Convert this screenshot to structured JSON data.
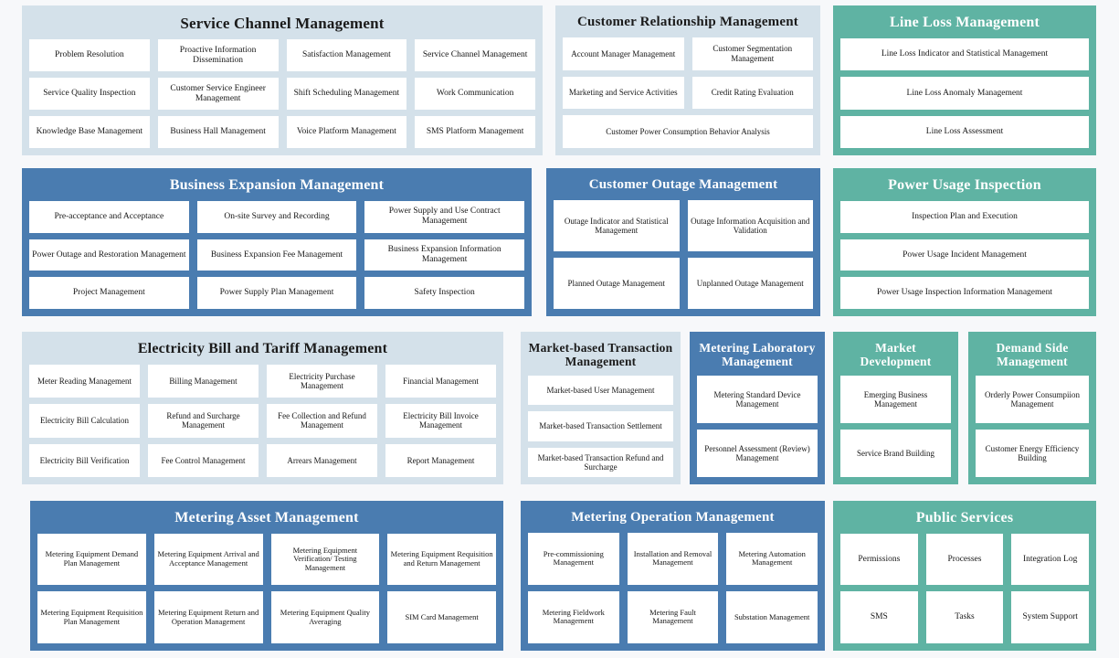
{
  "theme": {
    "light_blue": "#d4e1ea",
    "blue": "#4a7cb0",
    "teal": "#5fb3a3",
    "cell_bg": "#ffffff",
    "page_bg": "#f7f8fa"
  },
  "panels": {
    "service_channel": {
      "title": "Service Channel Management",
      "items": [
        "Problem Resolution",
        "Proactive Information Dissemination",
        "Satisfaction Management",
        "Service Channel Management",
        "Service Quality Inspection",
        "Customer Service Engineer Management",
        "Shift Scheduling Management",
        "Work Communication",
        "Knowledge Base Management",
        "Business Hall Management",
        "Voice Platform Management",
        "SMS Platform Management"
      ]
    },
    "crm": {
      "title": "Customer Relationship Management",
      "items": [
        "Account Manager Management",
        "Customer Segmentation Management",
        "Marketing and Service Activities",
        "Credit Rating Evaluation",
        "Customer Power Consumption Behavior Analysis"
      ]
    },
    "line_loss": {
      "title": "Line Loss Management",
      "items": [
        "Line Loss Indicator and Statistical Management",
        "Line Loss Anomaly Management",
        "Line Loss Assessment"
      ]
    },
    "business_expansion": {
      "title": "Business Expansion Management",
      "items": [
        "Pre-acceptance and Acceptance",
        "On-site Survey and Recording",
        "Power Supply and Use Contract Management",
        "Power Outage and Restoration Management",
        "Business Expansion Fee Management",
        "Business Expansion Information Management",
        "Project Management",
        "Power Supply Plan Management",
        "Safety Inspection"
      ]
    },
    "customer_outage": {
      "title": "Customer Outage Management",
      "items": [
        "Outage Indicator and Statistical Management",
        "Outage Information Acquisition and Validation",
        "Planned Outage Management",
        "Unplanned Outage Management"
      ]
    },
    "power_usage_inspection": {
      "title": "Power Usage Inspection",
      "items": [
        "Inspection Plan and Execution",
        "Power Usage Incident Management",
        "Power Usage Inspection Information Management"
      ]
    },
    "electricity_bill": {
      "title": "Electricity Bill and Tariff Management",
      "items": [
        "Meter Reading Management",
        "Billing Management",
        "Electricity Purchase Management",
        "Financial Management",
        "Electricity Bill Calculation",
        "Refund and Surcharge Management",
        "Fee Collection and Refund Management",
        "Electricity Bill Invoice Management",
        "Electricity Bill Verification",
        "Fee Control Management",
        "Arrears Management",
        "Report Management"
      ]
    },
    "market_transaction": {
      "title": "Market-based Transaction Management",
      "items": [
        "Market-based User Management",
        "Market-based Transaction Settlement",
        "Market-based Transaction Refund and Surcharge"
      ]
    },
    "metering_lab": {
      "title": "Metering Laboratory Management",
      "items": [
        "Metering Standard Device Management",
        "Personnel Assessment (Review) Management"
      ]
    },
    "market_development": {
      "title": "Market Development",
      "items": [
        "Emerging Business Management",
        "Service Brand Building"
      ]
    },
    "demand_side": {
      "title": "Demand Side Management",
      "items": [
        "Orderly Power Consumpiion Management",
        "Customer Energy Efficiency Building"
      ]
    },
    "metering_asset": {
      "title": "Metering Asset Management",
      "items": [
        "Metering Equipment Demand Plan Management",
        "Metering Equipment Arrival and Acceptance Management",
        "Metering Equipment Verification/ Testing Management",
        "Metering Equipment Requisition and Return Management",
        "Metering Equipment Requisition Plan Management",
        "Metering Equipment Return and Operation Management",
        "Metering Equipment Quality Averaging",
        "SIM Card Management"
      ]
    },
    "metering_operation": {
      "title": "Metering Operation Management",
      "items": [
        "Pre-commissioning Management",
        "Installation and Removal Management",
        "Metering Automation Management",
        "Metering Fieldwork Management",
        "Metering Fault Management",
        "Substation Management"
      ]
    },
    "public_services": {
      "title": "Public Services",
      "items": [
        "Permissions",
        "Processes",
        "Integration Log",
        "SMS",
        "Tasks",
        "System Support"
      ]
    }
  }
}
